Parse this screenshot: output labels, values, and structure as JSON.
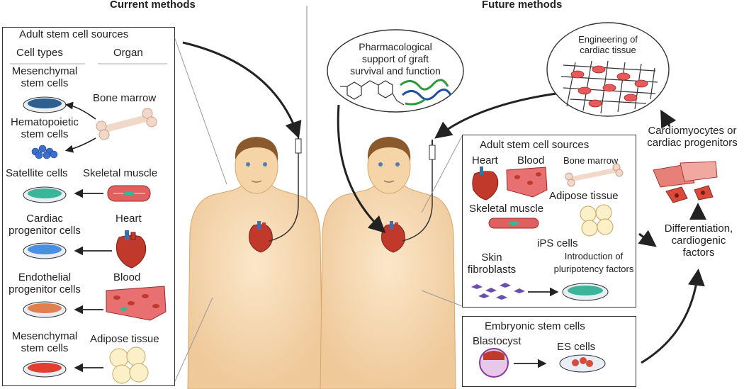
{
  "headers": {
    "left": "Current methods",
    "right": "Future methods"
  },
  "left_panel": {
    "title": "Adult stem cell sources",
    "col_cell_types": "Cell types",
    "col_organ": "Organ",
    "rows": [
      {
        "cell": "Mesenchymal\nstem cells",
        "organ": "Bone marrow"
      },
      {
        "cell": "Hematopoietic\nstem cells",
        "organ": ""
      },
      {
        "cell": "Satellite cells",
        "organ": "Skeletal muscle"
      },
      {
        "cell": "Cardiac\nprogenitor cells",
        "organ": "Heart"
      },
      {
        "cell": "Endothelial\nprogenitor cells",
        "organ": "Blood"
      },
      {
        "cell": "Mesenchymal\nstem cells",
        "organ": "Adipose tissue"
      }
    ]
  },
  "future": {
    "pharma_bubble": "Pharmacological\nsupport of graft\nsurvival and function",
    "engineering_bubble": "Engineering of\ncardiac tissue",
    "adult_box": {
      "title": "Adult stem cell sources",
      "heart": "Heart",
      "blood": "Blood",
      "bone_marrow": "Bone marrow",
      "adipose": "Adipose tissue",
      "skeletal": "Skeletal muscle",
      "ips": "iPS cells",
      "skin": "Skin\nfibroblasts",
      "introduction": "Introduction of\npluripotency factors"
    },
    "embryonic_box": {
      "title": "Embryonic stem cells",
      "blastocyst": "Blastocyst",
      "es_cells": "ES cells"
    },
    "cardiomyocytes": "Cardiomyocytes or\ncardiac progenitors",
    "differentiation": "Differentiation,\ncardiogenic\nfactors"
  },
  "colors": {
    "heart_red": "#c0392b",
    "dish_blue": "#3a6fb0",
    "muscle_red": "#e06060",
    "skin": "#f6ddb8"
  }
}
